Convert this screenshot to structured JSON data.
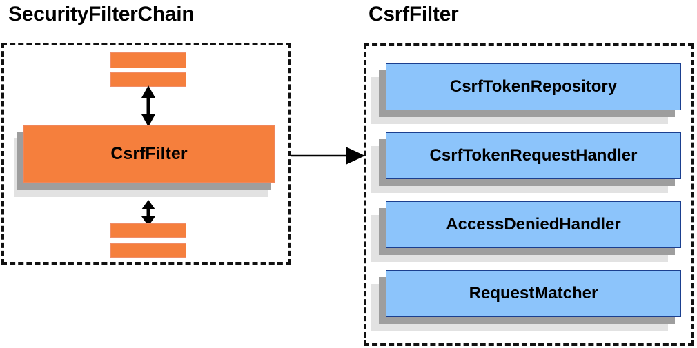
{
  "diagram": {
    "type": "component-relationship-diagram",
    "background_color": "#ffffff",
    "panels": [
      {
        "id": "security-filter-chain",
        "title": "SecurityFilterChain",
        "border_style": "dashed",
        "border_color": "#111111"
      },
      {
        "id": "csrf-filter",
        "title": "CsrfFilter",
        "border_style": "dashed",
        "border_color": "#111111"
      }
    ]
  },
  "left_panel": {
    "title": "SecurityFilterChain",
    "highlighted_node": {
      "label": "CsrfFilter",
      "fill_color": "#f57f3d",
      "text_color": "#000000"
    },
    "filter_bars": {
      "count_above": 2,
      "count_below": 2,
      "fill_color": "#f57f3d",
      "labels": [
        "",
        "",
        "",
        ""
      ]
    },
    "arrows": [
      {
        "name": "arrow-above-csrffilter",
        "direction": "bidirectional",
        "orientation": "vertical"
      },
      {
        "name": "arrow-below-csrffilter",
        "direction": "bidirectional",
        "orientation": "vertical"
      }
    ]
  },
  "connector": {
    "name": "chain-to-detail-arrow",
    "direction": "right",
    "orientation": "horizontal",
    "color": "#000000"
  },
  "right_panel": {
    "title": "CsrfFilter",
    "collaborators": [
      {
        "label": "CsrfTokenRepository",
        "fill_color": "#8cc4fb",
        "border_color": "#1b3f8f"
      },
      {
        "label": "CsrfTokenRequestHandler",
        "fill_color": "#8cc4fb",
        "border_color": "#1b3f8f"
      },
      {
        "label": "AccessDeniedHandler",
        "fill_color": "#8cc4fb",
        "border_color": "#1b3f8f"
      },
      {
        "label": "RequestMatcher",
        "fill_color": "#8cc4fb",
        "border_color": "#1b3f8f"
      }
    ]
  },
  "colors": {
    "orange": "#f57f3d",
    "blue": "#8cc4fb",
    "blue_border": "#1b3f8f",
    "shadow_dark": "#9e9e9e",
    "shadow_light": "#e2e2e2",
    "outline": "#111111",
    "text": "#000000"
  }
}
